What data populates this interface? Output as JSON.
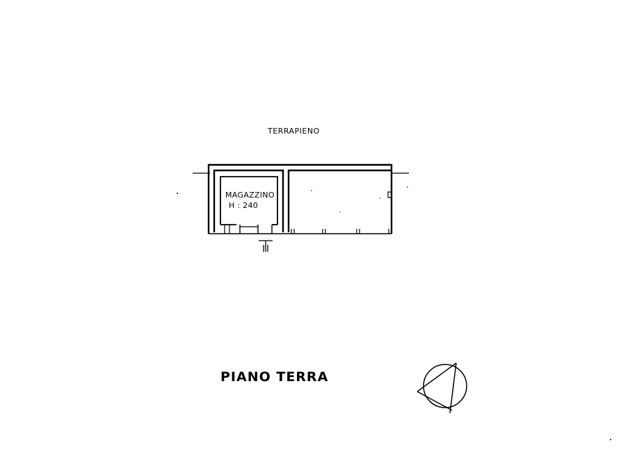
{
  "labels": {
    "top": "TERRAPIENO",
    "room_name": "MAGAZZINO",
    "room_height": "H : 240",
    "floor": "PIANO TERRA"
  },
  "icons": {
    "entrance": "entrance-arrow-icon",
    "north": "north-arrow-icon"
  }
}
